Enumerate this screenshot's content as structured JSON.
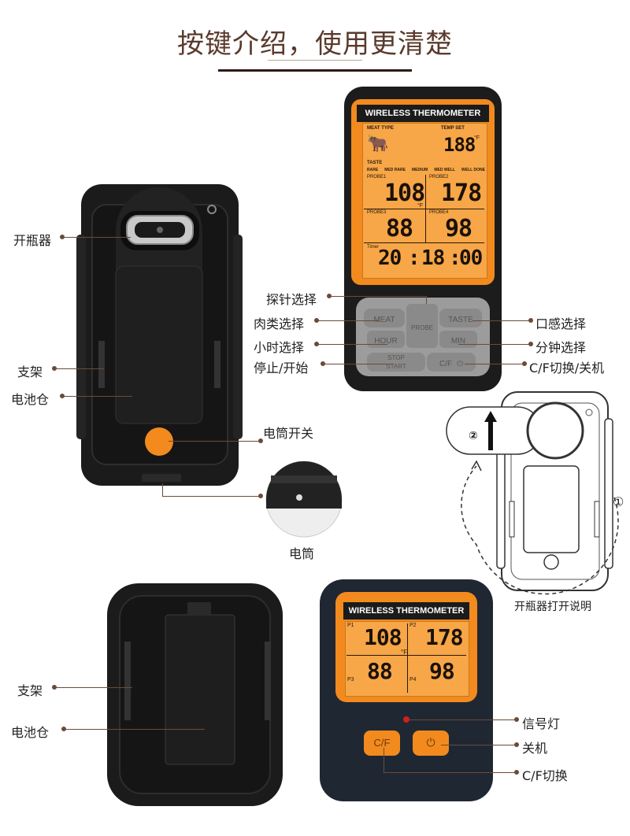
{
  "header": {
    "title": "按键介绍，使用更清楚"
  },
  "receiver": {
    "brand": "WIRELESS THERMOMETER",
    "meat_type": "MEAT TYPE",
    "temp_set": "TEMP SET",
    "set_value": "188",
    "unit_f": "°F",
    "taste": "TASTE",
    "taste_levels": [
      "RARE",
      "MED RARE",
      "MEDIUM",
      "MED WELL",
      "WELL DONE"
    ],
    "probe1": "PROBE1",
    "probe2": "PROBE2",
    "probe3": "PROBE3",
    "probe4": "PROBE4",
    "p1_val": "108",
    "p2_val": "178",
    "p3_val": "88",
    "p4_val": "98",
    "timer": "Timer",
    "timer_h": "20",
    "timer_m": "18",
    "timer_s": "00",
    "buttons": {
      "meat": "MEAT",
      "probe": "PROBE",
      "taste": "TASTE",
      "hour": "HOUR",
      "min": "MIN",
      "stop": "STOP",
      "start": "START",
      "cf": "C/F"
    }
  },
  "labels": {
    "bottle_opener": "开瓶器",
    "stand": "支架",
    "battery": "电池仓",
    "flashlight_switch": "电筒开关",
    "flashlight": "电筒",
    "probe_select": "探针选择",
    "meat_select": "肉类选择",
    "taste_select": "口感选择",
    "hour_select": "小时选择",
    "min_select": "分钟选择",
    "stop_start": "停止/开始",
    "cf_power": "C/F切换/关机",
    "opener_caption": "开瓶器打开说明",
    "stand2": "支架",
    "battery2": "电池仓",
    "signal": "信号灯",
    "power_off": "关机",
    "cf_switch": "C/F切换",
    "step1": "①",
    "step2": "②"
  },
  "transmitter": {
    "brand": "WIRELESS THERMOMETER",
    "p1": "P1",
    "p2": "P2",
    "p3": "P3",
    "p4": "P4",
    "v1": "108",
    "v2": "178",
    "v3": "88",
    "v4": "98",
    "unit": "°F",
    "cf_btn": "C/F"
  },
  "colors": {
    "orange": "#f28a1e",
    "lcd": "#f7a648",
    "body": "#1c1c1c",
    "label_line": "#6b4a3a"
  }
}
